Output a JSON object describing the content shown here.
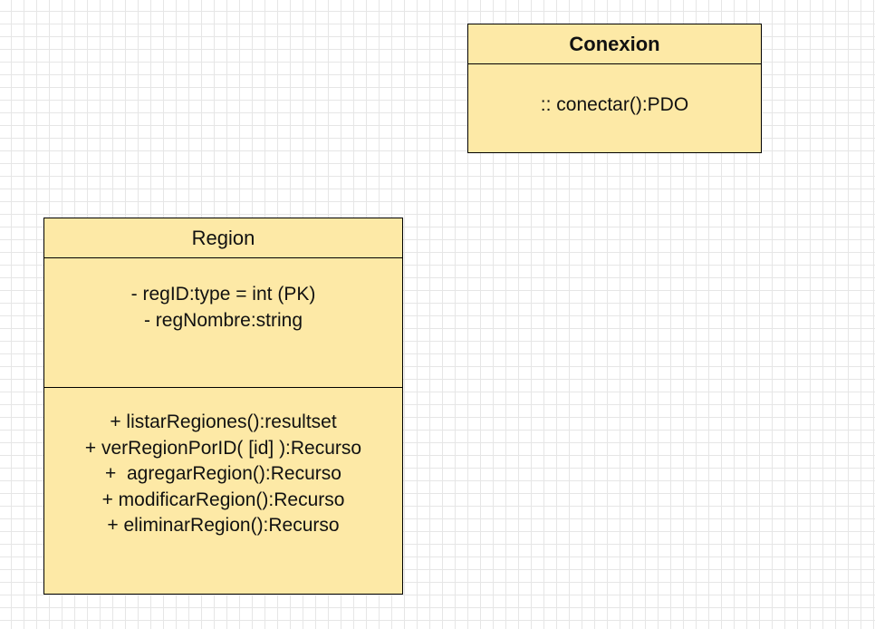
{
  "diagram": {
    "classes": [
      {
        "id": "conexion",
        "name": "Conexion",
        "attributes": [],
        "methods": [
          ":: conectar():PDO"
        ]
      },
      {
        "id": "region",
        "name": "Region",
        "attributes": [
          "- regID:type = int (PK)",
          "- regNombre:string"
        ],
        "methods": [
          "+ listarRegiones():resultset",
          "+ verRegionPorID( [id] ):Recurso",
          "+  agregarRegion():Recurso",
          "+ modificarRegion():Recurso",
          "+ eliminarRegion():Recurso"
        ]
      }
    ],
    "colors": {
      "class_fill": "#fde9a6",
      "class_border": "#000000",
      "grid_line": "#e6e6e6"
    }
  }
}
